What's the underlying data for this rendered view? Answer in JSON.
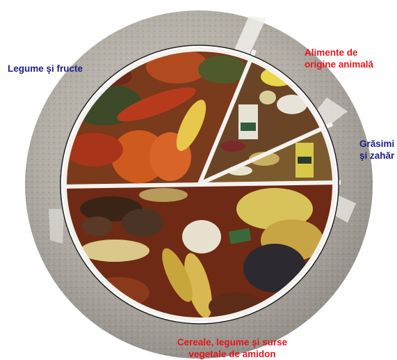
{
  "labels": {
    "vegetables_fruits": "Legume şi fructe",
    "animal_foods": [
      "Alimente de",
      "origine animală"
    ],
    "fats_sugar": [
      "Grăsimi",
      "şi zahăr"
    ],
    "cereals": [
      "Cereale, legume şi surse",
      "vegetale de amidon"
    ]
  },
  "colors": {
    "label_blue": "#1c1c8a",
    "label_red": "#e8141b",
    "plate_rim": "#d9d6cf",
    "divider": "#f4f2ee"
  }
}
